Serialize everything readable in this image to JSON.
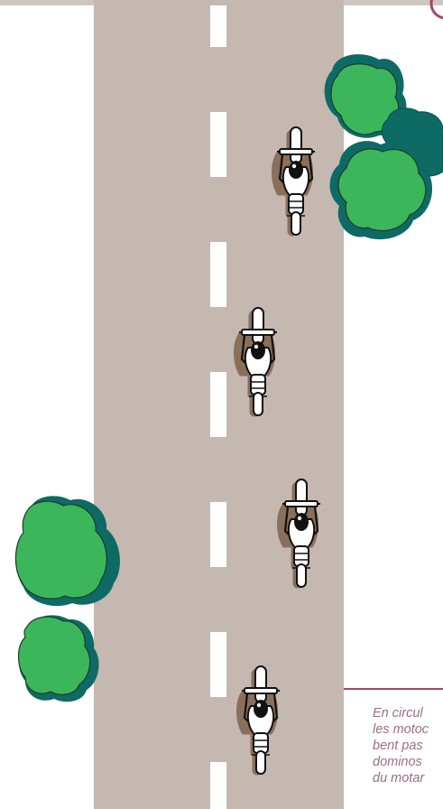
{
  "colors": {
    "road": "#c4b8b1",
    "lane_marking": "#ffffff",
    "bush_fill": "#3cb65a",
    "bush_shadow": "#0e6a64",
    "accent": "#a8456a",
    "caption_text": "#9a6d88"
  },
  "caption": {
    "lines": [
      "En circul",
      "les motoc",
      "bent pas",
      "dominos",
      "du motar"
    ]
  },
  "icons": {
    "motorcycles": "motorcycle-rider-icon",
    "bushes": "bush-icon",
    "corner_badge": "circle-badge-icon"
  }
}
